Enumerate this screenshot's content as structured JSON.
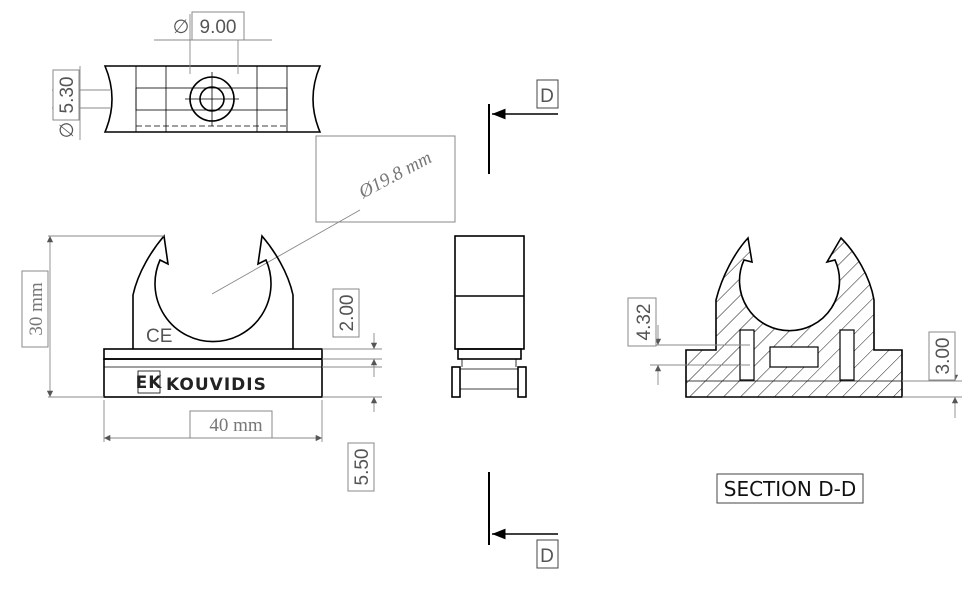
{
  "drawing": {
    "dimensions": {
      "bore_diameter": "9.00",
      "slot_diameter": "5.30",
      "pipe_diameter": "Ø19.8 mm",
      "height": "30 mm",
      "width": "40 mm",
      "rib_height": "2.00",
      "base_height": "5.50",
      "section_rib": "4.32",
      "section_base": "3.00"
    },
    "section_markers": {
      "top": "D",
      "bottom": "D"
    },
    "section_title": "SECTION D-D",
    "product": {
      "brand_name": "KOUVIDIS",
      "logo_letters": "EK",
      "ce_mark": "CE"
    }
  }
}
